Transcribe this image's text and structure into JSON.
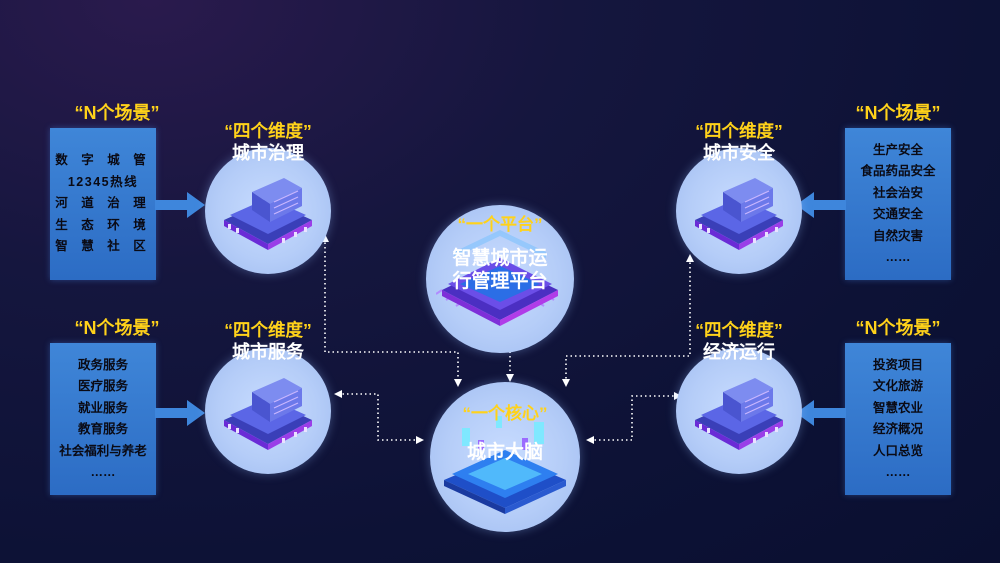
{
  "left_top": {
    "scene_title": "“N个场景”",
    "items": [
      "数 字 城 管",
      "12345热线",
      "河 道 治 理",
      "生 态 环 境",
      "智 慧 社 区"
    ],
    "dim_title": "“四个维度”",
    "dim_name": "城市治理"
  },
  "left_bottom": {
    "scene_title": "“N个场景”",
    "items": [
      "政务服务",
      "医疗服务",
      "就业服务",
      "教育服务",
      "社会福利与养老",
      "……"
    ],
    "dim_title": "“四个维度”",
    "dim_name": "城市服务"
  },
  "right_top": {
    "scene_title": "“N个场景”",
    "items": [
      "生产安全",
      "食品药品安全",
      "社会治安",
      "交通安全",
      "自然灾害",
      "……"
    ],
    "dim_title": "“四个维度”",
    "dim_name": "城市安全"
  },
  "right_bottom": {
    "scene_title": "“N个场景”",
    "items": [
      "投资项目",
      "文化旅游",
      "智慧农业",
      "经济概况",
      "人口总览",
      "……"
    ],
    "dim_title": "“四个维度”",
    "dim_name": "经济运行"
  },
  "center_top": {
    "title": "“一个平台”",
    "line1": "智慧城市运",
    "line2": "行管理平台"
  },
  "center_bottom": {
    "title": "“一个核心”",
    "name": "城市大脑"
  },
  "colors": {
    "accent_yellow": "#ffd21a",
    "box_blue": "#3579d0",
    "circle_fill": "#bcd2fa",
    "background": "#11143a"
  }
}
